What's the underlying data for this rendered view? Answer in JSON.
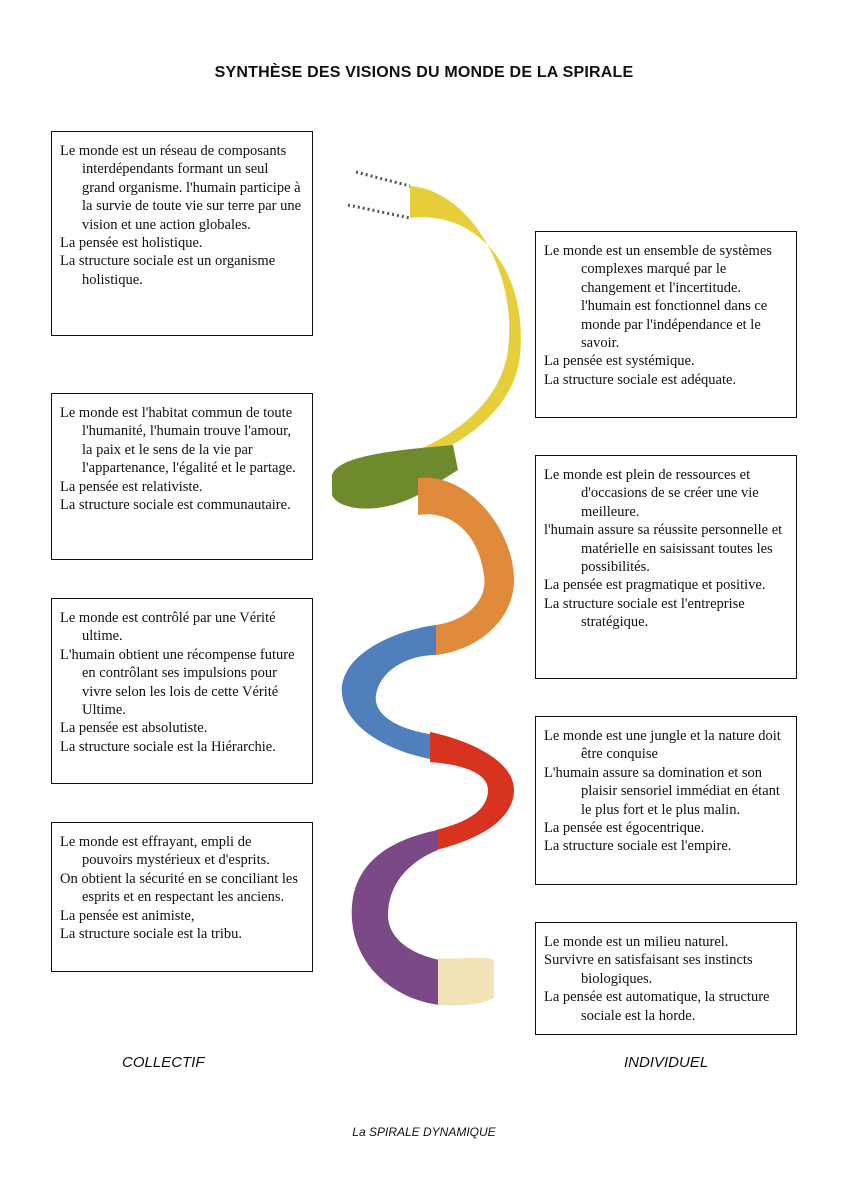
{
  "title": "SYNTHÈSE DES VISIONS DU MONDE DE LA SPIRALE",
  "left_boxes": [
    {
      "lines": [
        "Le monde est un réseau de composants interdépendants formant un seul grand organisme. l'humain participe à la survie de toute vie sur terre par une vision et une action globales.",
        "La pensée est holistique.",
        "La structure sociale est un organisme holistique."
      ]
    },
    {
      "lines": [
        "Le monde est l'habitat commun de toute l'humanité, l'humain trouve l'amour, la paix et le sens de la vie par l'appartenance, l'égalité et le partage.",
        "La pensée est relativiste.",
        "La structure sociale est communautaire."
      ]
    },
    {
      "lines": [
        "Le monde est contrôlé par une Vérité ultime.",
        "L'humain obtient une récompense future en contrôlant ses impulsions pour vivre selon les lois de cette Vérité Ultime.",
        "La pensée est absolutiste.",
        "La structure sociale est la Hiérarchie."
      ]
    },
    {
      "lines": [
        "Le monde est effrayant, empli de pouvoirs mystérieux et d'esprits.",
        "On obtient la sécurité en se conciliant les esprits et en respectant les anciens.",
        "La pensée est animiste,",
        "La structure sociale est la tribu."
      ]
    }
  ],
  "right_boxes": [
    {
      "lines": [
        "Le monde est un ensemble de systèmes complexes marqué par le changement et l'incertitude. l'humain est fonctionnel dans ce monde par l'indépendance et le savoir.",
        "La pensée est systémique.",
        "La structure sociale est adéquate."
      ]
    },
    {
      "lines": [
        "Le monde est plein de ressources et d'occasions de se créer une vie meilleure.",
        "l'humain assure sa réussite personnelle et matérielle en saisissant toutes les possibilités.",
        "La pensée est pragmatique et positive.",
        "La structure sociale est l'entreprise stratégique."
      ]
    },
    {
      "lines": [
        "Le monde est une jungle et la nature doit être conquise",
        "L'humain assure sa domination et son plaisir sensoriel immédiat en étant le plus fort et le plus malin.",
        "La pensée est égocentrique.",
        "La structure sociale est l'empire."
      ]
    },
    {
      "lines": [
        "Le monde est un milieu naturel.",
        "Survivre en satisfaisant ses instincts biologiques.",
        "La pensée est automatique, la structure sociale est la horde."
      ]
    }
  ],
  "footer": {
    "collectif": "COLLECTIF",
    "individuel": "INDIVIDUEL",
    "credit": "La SPIRALE DYNAMIQUE"
  },
  "spiral_colors": {
    "yellow": "#e6cf3a",
    "green": "#6f8a2c",
    "orange": "#e08a3c",
    "blue": "#4f7fbd",
    "red": "#d8331f",
    "purple": "#7b4a86",
    "beige": "#f2e2b8"
  }
}
